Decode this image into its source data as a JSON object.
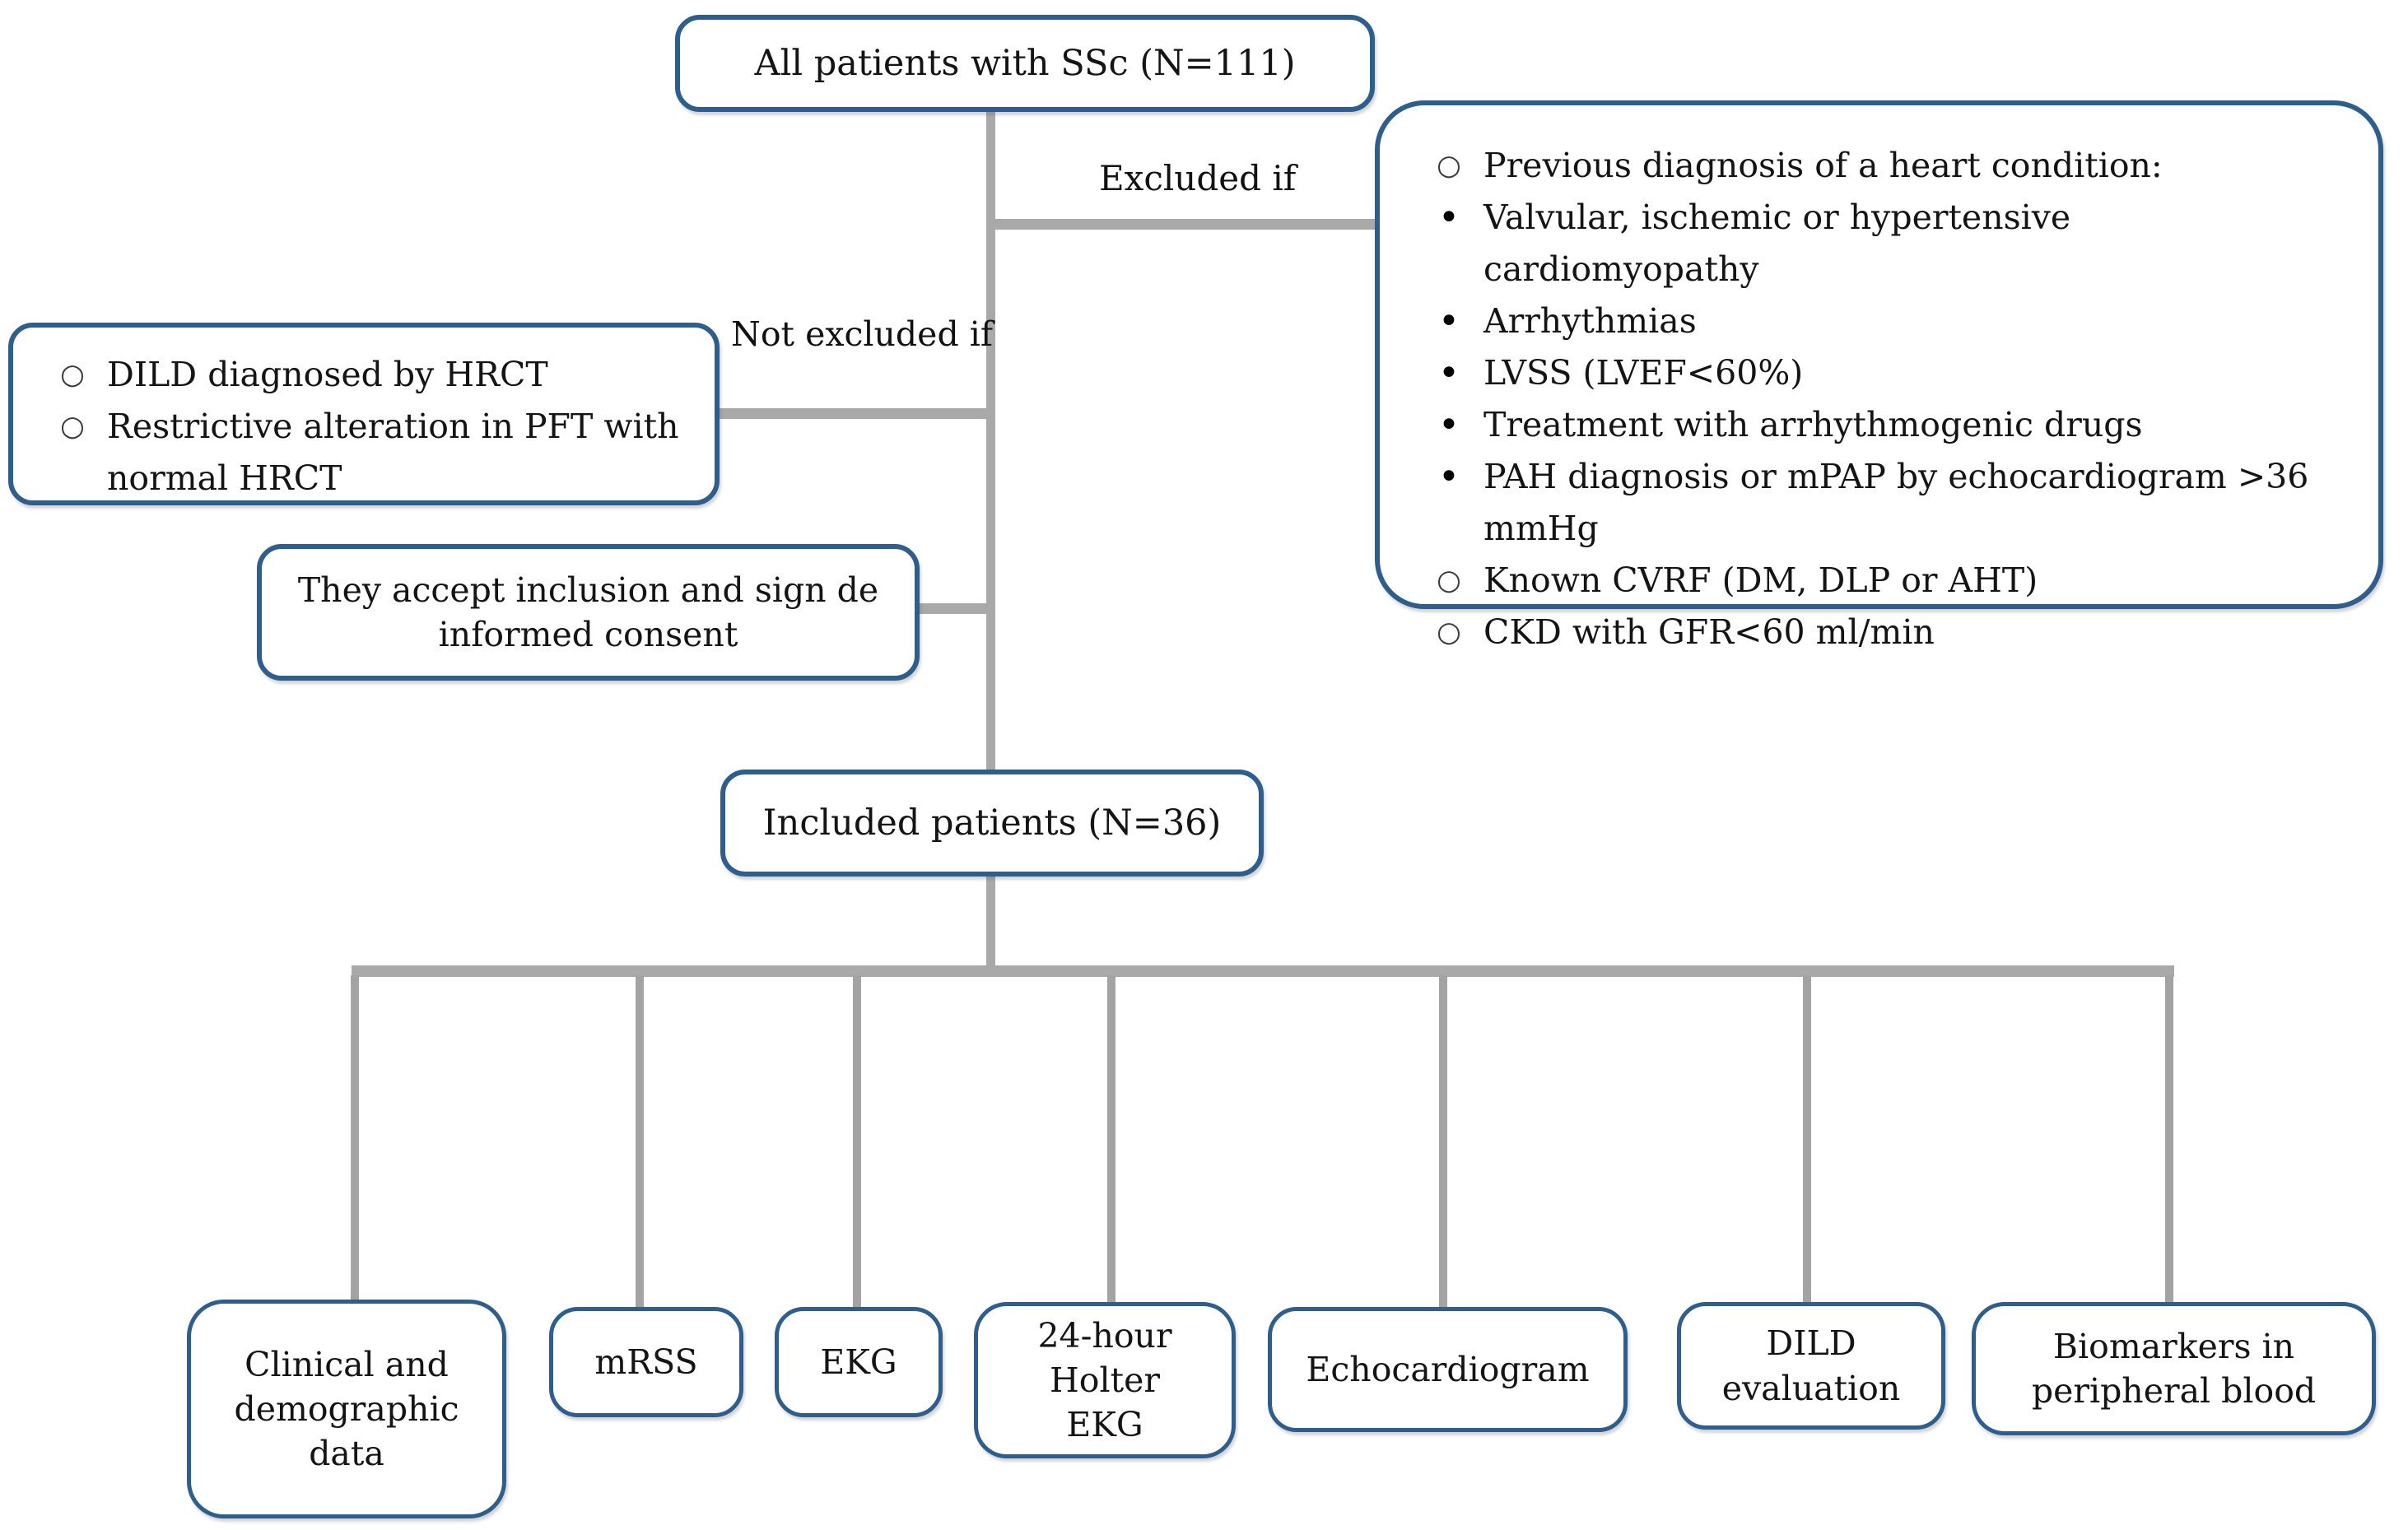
{
  "colors": {
    "box_border": "#2d5e8d",
    "connector_gray": "#a9a9a9",
    "text": "#141414",
    "background": "#ffffff"
  },
  "nodes": {
    "all_patients": {
      "label": "All patients with SSc (N=111)"
    },
    "excluded_label": "Excluded if",
    "not_excluded_label": "Not excluded if",
    "exclusion_box": {
      "items": [
        {
          "marker": "open-circle",
          "glyph": "○",
          "text": "Previous diagnosis of a heart condition:"
        },
        {
          "marker": "filled-bullet",
          "glyph": "•",
          "text": "Valvular, ischemic or hypertensive cardiomyopathy"
        },
        {
          "marker": "filled-bullet",
          "glyph": "•",
          "text": "Arrhythmias"
        },
        {
          "marker": "filled-bullet",
          "glyph": "•",
          "text": "LVSS (LVEF<60%)"
        },
        {
          "marker": "filled-bullet",
          "glyph": "•",
          "text": "Treatment with arrhythmogenic drugs"
        },
        {
          "marker": "filled-bullet",
          "glyph": "•",
          "text": "PAH diagnosis or mPAP by echocardiogram >36\nmmHg"
        },
        {
          "marker": "open-circle",
          "glyph": "○",
          "text": "Known CVRF (DM, DLP or AHT)"
        },
        {
          "marker": "open-circle",
          "glyph": "○",
          "text": "CKD with GFR<60 ml/min"
        }
      ]
    },
    "not_excluded_box": {
      "items": [
        {
          "marker": "open-circle",
          "glyph": "○",
          "text": "DILD diagnosed by HRCT"
        },
        {
          "marker": "open-circle",
          "glyph": "○",
          "text": "Restrictive alteration in PFT with\nnormal HRCT"
        }
      ]
    },
    "consent_box": {
      "label": "They accept inclusion and sign de\ninformed consent"
    },
    "included_patients": {
      "label": "Included patients (N=36)"
    },
    "outcome_boxes": [
      {
        "label": "Clinical and\ndemographic\ndata"
      },
      {
        "label": "mRSS"
      },
      {
        "label": "EKG"
      },
      {
        "label": "24-hour\nHolter\nEKG"
      },
      {
        "label": "Echocardiogram"
      },
      {
        "label": "DILD\nevaluation"
      },
      {
        "label": "Biomarkers in\nperipheral blood"
      }
    ]
  }
}
